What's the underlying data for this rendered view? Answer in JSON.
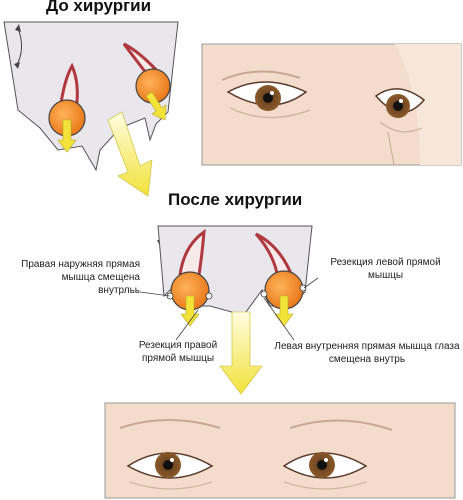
{
  "headings": {
    "before": "До хирургии",
    "after": "После хирургии"
  },
  "labels": {
    "right_lateral_line1": "Правая наружняя прямая",
    "right_lateral_line2": "мышца смещена",
    "right_lateral_line3": "внутрльь",
    "left_resection_line1": "Резекция левой прямой",
    "left_resection_line2": "мышцы",
    "right_resection_line1": "Резекция правой",
    "right_resection_line2": "прямой мышцы",
    "left_medial_line1": "Левая внутренняя прямая мышца глаза",
    "left_medial_line2": "смещена внутрь"
  },
  "colors": {
    "eyeball": "#f08a2a",
    "muscle": "#c0434b",
    "arrow": "#f2e23a",
    "skin": "#f3dccb",
    "iris": "#7a4a22",
    "tissue": "#e9e6ec"
  }
}
